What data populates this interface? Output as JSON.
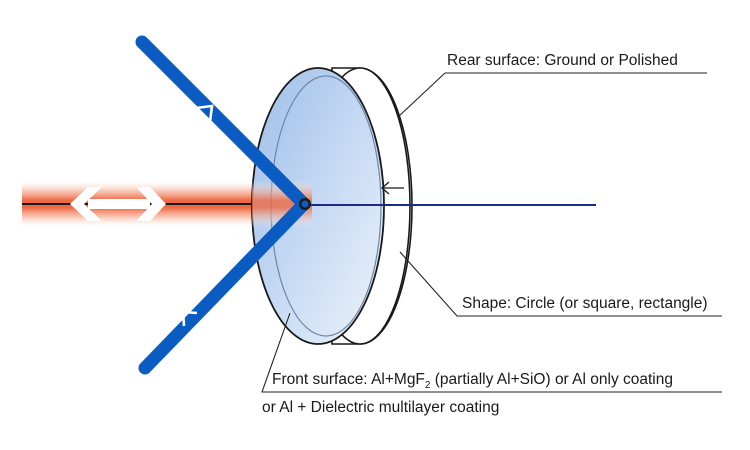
{
  "labels": {
    "rear_surface": "Rear surface: Ground or Polished",
    "shape": "Shape: Circle (or square, rectangle)",
    "front_line1_prefix": "Front surface:  Al+MgF",
    "front_line1_sub": "2",
    "front_line1_suffix": " (partially  Al+SiO) or Al only coating",
    "front_line2": "or Al + Dielectric multilayer coating"
  },
  "colors": {
    "beam_blue": "#0a5cc2",
    "laser_glow": "#f07a55",
    "transmitted_line": "#1c2a8c",
    "mirror_face": "#b8d2f2",
    "mirror_rim": "#ffffff",
    "leader_line": "#222222"
  }
}
